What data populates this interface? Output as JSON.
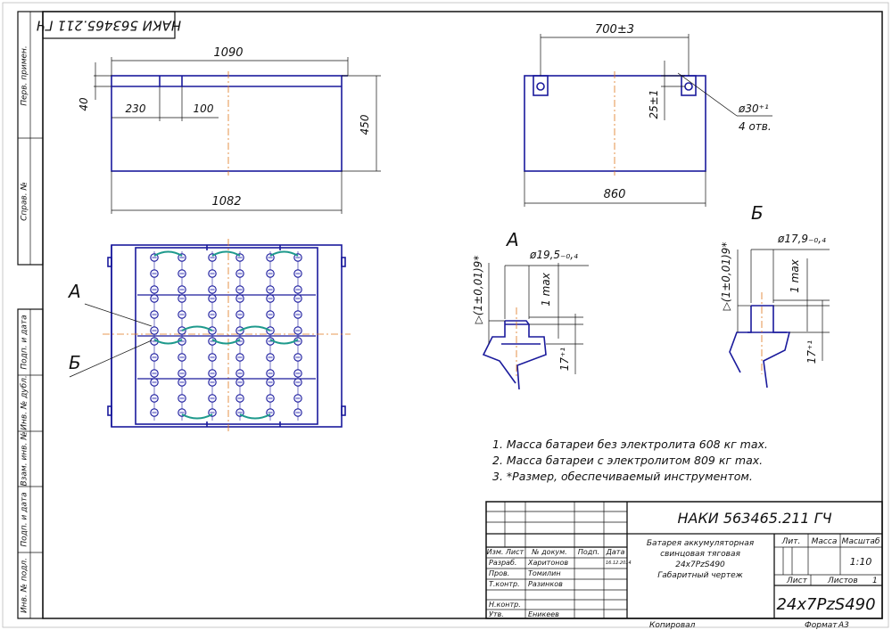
{
  "drawing": {
    "rotated_code": "НАКИ 563465.211 ГЧ",
    "side_stamps": [
      "Перв. примен.",
      "Справ. №",
      "Подп. и дата",
      "Инв. № дубл.",
      "Взам. инв. №",
      "Подп. и дата",
      "Инв. № подл."
    ]
  },
  "view_front": {
    "dim_total": "1090",
    "dim_40": "40",
    "dim_230": "230",
    "dim_100": "100",
    "dim_450": "450",
    "dim_bottom": "1082"
  },
  "view_side": {
    "dim_top": "700±3",
    "dim_25": "25±1",
    "dim_hole": "ø30⁺¹",
    "dim_holes_count": "4 отв.",
    "dim_bottom": "860"
  },
  "view_plan": {
    "label_a": "А",
    "label_b": "Б"
  },
  "detail_a": {
    "title": "А",
    "dim_diameter": "ø19,5₋₀,₄",
    "dim_height": "▷(1±0,01)9*",
    "dim_max": "1 max",
    "dim_17": "17⁺¹"
  },
  "detail_b": {
    "title": "Б",
    "dim_diameter": "ø17,9₋₀,₄",
    "dim_height": "▷(1±0,01)9*",
    "dim_max": "1 max",
    "dim_17": "17⁺¹"
  },
  "notes": [
    "1. Масса батареи без электролита 608 кг max.",
    "2. Масса батареи с электролитом 809 кг max.",
    "3. *Размер, обеспечиваемый инструментом."
  ],
  "title_block": {
    "designation": "НАКИ 563465.211 ГЧ",
    "name_lines": [
      "Батарея аккумуляторная",
      "свинцовая тяговая",
      "24x7PzS490",
      "Габаритный чертеж"
    ],
    "headers": {
      "izm": "Изм.",
      "list": "Лист",
      "doc": "№ докум.",
      "sign": "Подп.",
      "date": "Дата"
    },
    "roles": {
      "razrab": "Разраб.",
      "prov": "Пров.",
      "tkontr": "Т.контр.",
      "nkontr": "Н.контр.",
      "utv": "Утв."
    },
    "names": {
      "razrab": "Харитонов",
      "prov": "Томилин",
      "tkontr": "Разинков",
      "utv": "Еникеев"
    },
    "date_value": "16.12.2014",
    "lit": "Лит.",
    "massa": "Масса",
    "masshtab": "Масштаб",
    "scale": "1:10",
    "sheet": "Лист",
    "sheets": "Листов",
    "sheets_value": "1",
    "model": "24x7PzS490",
    "kopiroval": "Копировал",
    "format": "Формат",
    "format_value": "А3"
  }
}
